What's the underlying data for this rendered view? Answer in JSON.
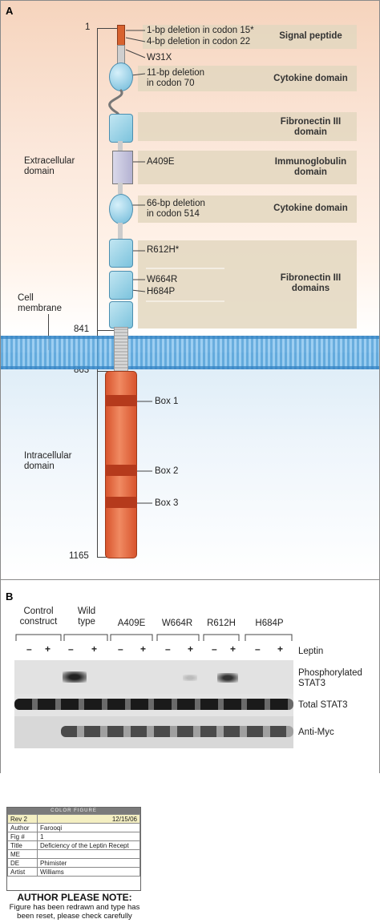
{
  "panel_a": {
    "label": "A",
    "residues": {
      "start": "1",
      "tm_start": "841",
      "tm_end": "863",
      "end": "1165"
    },
    "regions": {
      "extracellular": "Extracellular\ndomain",
      "membrane": "Cell\nmembrane",
      "intracellular": "Intracellular\ndomain"
    },
    "mutations": {
      "m1": "1-bp deletion in codon 15*",
      "m2": "4-bp deletion in codon 22",
      "m3": "W31X",
      "m4": "11-bp deletion\nin codon 70",
      "m5": "A409E",
      "m6": "66-bp deletion\nin codon 514",
      "m7": "R612H*",
      "m8": "W664R",
      "m9": "H684P"
    },
    "domains": {
      "d1": "Signal peptide",
      "d2": "Cytokine domain",
      "d3": "Fibronectin III\ndomain",
      "d4": "Immunoglobulin\ndomain",
      "d5": "Cytokine domain",
      "d6": "Fibronectin III\ndomains"
    },
    "boxes": {
      "b1": "Box 1",
      "b2": "Box 2",
      "b3": "Box 3"
    }
  },
  "panel_b": {
    "label": "B",
    "groups": [
      "Control\nconstruct",
      "Wild\ntype",
      "A409E",
      "W664R",
      "R612H",
      "H684P"
    ],
    "minus": "–",
    "plus": "+",
    "leptin": "Leptin",
    "rows": {
      "phospho": "Phosphorylated\nSTAT3",
      "total": "Total STAT3",
      "myc": "Anti-Myc"
    }
  },
  "stamp": {
    "header": "COLOR FIGURE",
    "rev": "Rev 2",
    "date": "12/15/06",
    "rows": [
      {
        "k": "Author",
        "v": "Farooqi"
      },
      {
        "k": "Fig #",
        "v": "1"
      },
      {
        "k": "Title",
        "v": "Deficiency of the Leptin Recept"
      },
      {
        "k": "ME",
        "v": ""
      },
      {
        "k": "DE",
        "v": "Phimister"
      },
      {
        "k": "Artist",
        "v": "Williams"
      }
    ]
  },
  "note": {
    "title": "AUTHOR PLEASE NOTE:",
    "body": "Figure has been redrawn and type has\nbeen reset, please check carefully"
  },
  "colors": {
    "domain_blue": "#7cc3dd",
    "intracellular_orange": "#e8704a",
    "membrane_blue": "#5aa8dc",
    "band_tan": "#e3d7c0"
  }
}
